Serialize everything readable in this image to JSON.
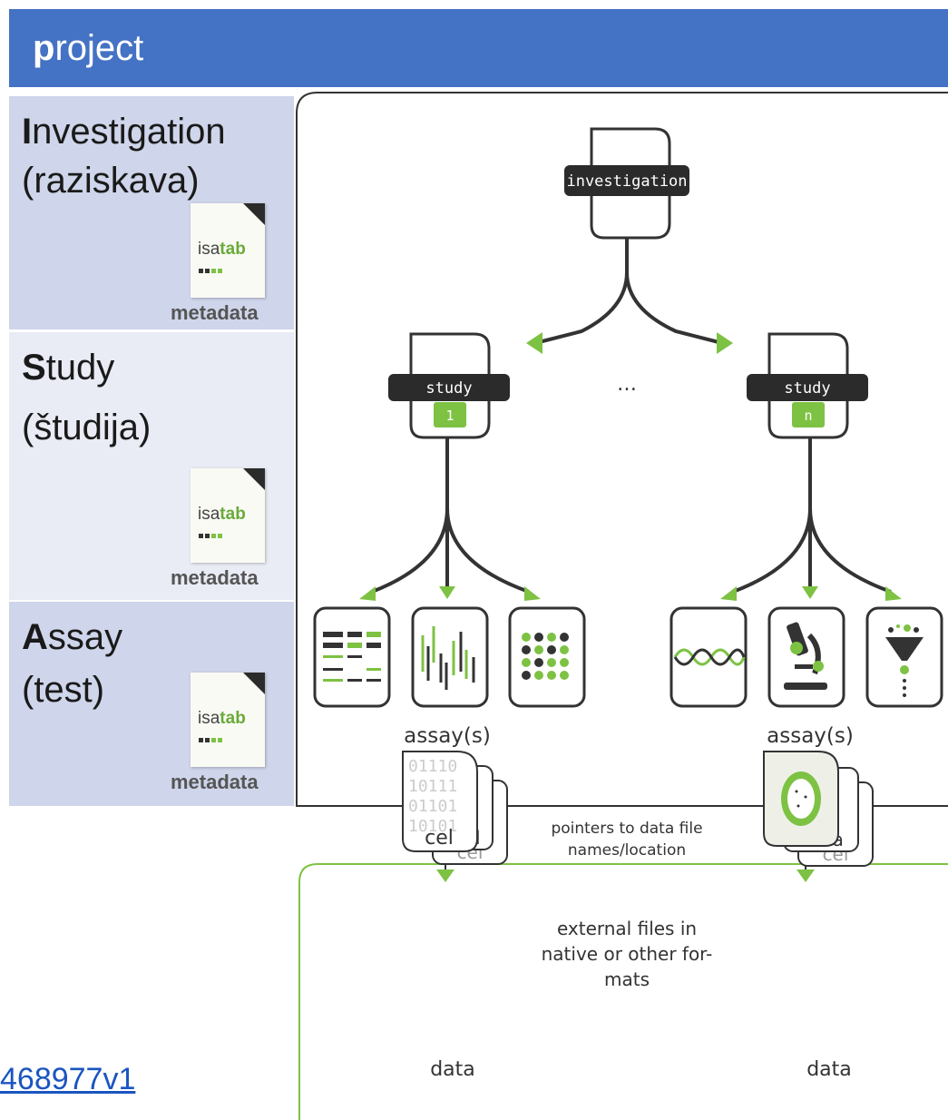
{
  "header": {
    "title_first": "p",
    "title_rest": "roject"
  },
  "levels": [
    {
      "first": "I",
      "rest": "nvestigation",
      "translation": "(raziskava)",
      "logo_prefix": "isa",
      "logo_suffix": "tab",
      "logo_caption": "metadata"
    },
    {
      "first": "S",
      "rest": "tudy",
      "translation": "(študija)",
      "logo_prefix": "isa",
      "logo_suffix": "tab",
      "logo_caption": "metadata"
    },
    {
      "first": "A",
      "rest": "ssay",
      "translation": "(test)",
      "logo_prefix": "isa",
      "logo_suffix": "tab",
      "logo_caption": "metadata"
    }
  ],
  "diagram": {
    "investigation_label": "investigation",
    "study1": {
      "label": "study",
      "num": "1"
    },
    "studyn": {
      "label": "study",
      "num": "n"
    },
    "ellipsis": "…",
    "assays_left": "assay(s)",
    "assays_right": "assay(s)",
    "pointers_line1": "pointers to data file",
    "pointers_line2": "names/location",
    "external_line1": "external files in",
    "external_line2": "native or other for-",
    "external_line3": "mats",
    "data_left": "data",
    "data_right": "data",
    "left_files": {
      "back": "cel",
      "mid": "mzml",
      "front": "cel",
      "bits": [
        "01110",
        "10111",
        "01101",
        "10101"
      ]
    },
    "right_files": {
      "back": "cel",
      "mid": "fasta"
    }
  },
  "link_text": "468977v1",
  "colors": {
    "header": "#4472C4",
    "green": "#7DC243",
    "dark": "#2b2b2b",
    "band_dark": "#CFD5EA",
    "band_light": "#E9EBF5"
  }
}
